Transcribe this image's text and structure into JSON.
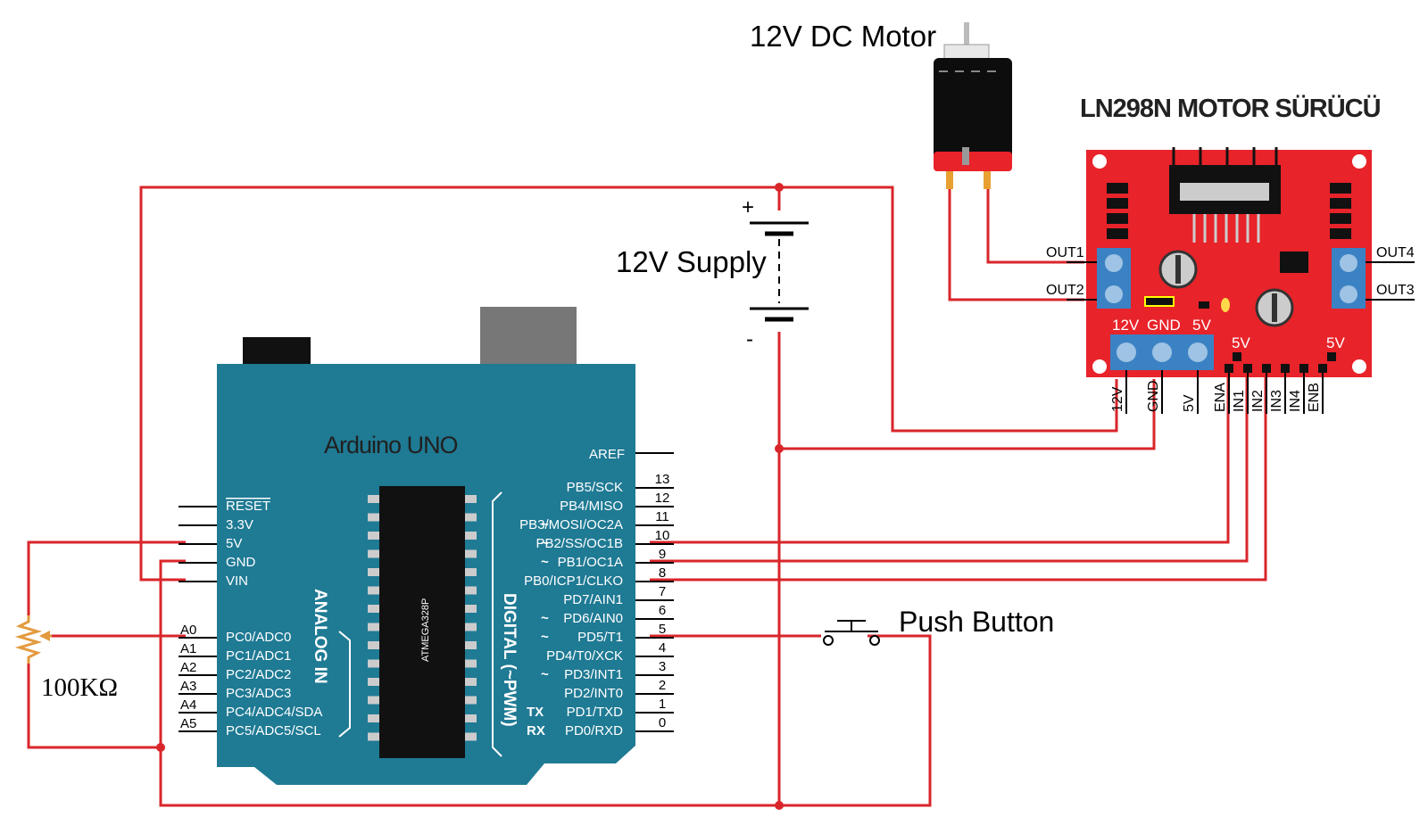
{
  "labels": {
    "motor": "12V DC Motor",
    "driver": "LN298N MOTOR SÜRÜCÜ",
    "supply": "12V Supply",
    "supply_plus": "+",
    "supply_minus": "-",
    "arduino": "Arduino UNO",
    "chip": "ATMEGA328P",
    "analog_in": "ANALOG IN",
    "digital": "DIGITAL (~PWM)",
    "push_button": "Push Button",
    "resistor": "100KΩ"
  },
  "driver_pins": {
    "out1": "OUT1",
    "out2": "OUT2",
    "out3": "OUT3",
    "out4": "OUT4",
    "pwr_12v": "12V",
    "pwr_gnd": "GND",
    "pwr_5v": "5V",
    "jumper_5v_left": "5V",
    "jumper_5v_right": "5V",
    "bottom": [
      "12V",
      "GND",
      "5V",
      "ENA",
      "IN1",
      "IN2",
      "IN3",
      "IN4",
      "ENB"
    ]
  },
  "arduino_left_power": [
    "RESET",
    "3.3V",
    "5V",
    "GND",
    "VIN"
  ],
  "arduino_analog": [
    {
      "num": "A0",
      "name": "PC0/ADC0"
    },
    {
      "num": "A1",
      "name": "PC1/ADC1"
    },
    {
      "num": "A2",
      "name": "PC2/ADC2"
    },
    {
      "num": "A3",
      "name": "PC3/ADC3"
    },
    {
      "num": "A4",
      "name": "PC4/ADC4/SDA"
    },
    {
      "num": "A5",
      "name": "PC5/ADC5/SCL"
    }
  ],
  "arduino_aref": "AREF",
  "arduino_digital": [
    {
      "num": "13",
      "name": "PB5/SCK",
      "pwm": ""
    },
    {
      "num": "12",
      "name": "PB4/MISO",
      "pwm": ""
    },
    {
      "num": "11",
      "name": "PB3/MOSI/OC2A",
      "pwm": "~"
    },
    {
      "num": "10",
      "name": "PB2/SS/OC1B",
      "pwm": "~"
    },
    {
      "num": "9",
      "name": "PB1/OC1A",
      "pwm": "~"
    },
    {
      "num": "8",
      "name": "PB0/ICP1/CLKO",
      "pwm": ""
    },
    {
      "num": "7",
      "name": "PD7/AIN1",
      "pwm": ""
    },
    {
      "num": "6",
      "name": "PD6/AIN0",
      "pwm": "~"
    },
    {
      "num": "5",
      "name": "PD5/T1",
      "pwm": "~"
    },
    {
      "num": "4",
      "name": "PD4/T0/XCK",
      "pwm": ""
    },
    {
      "num": "3",
      "name": "PD3/INT1",
      "pwm": "~"
    },
    {
      "num": "2",
      "name": "PD2/INT0",
      "pwm": ""
    },
    {
      "num": "1",
      "name": "PD1/TXD",
      "pwm": "TX"
    },
    {
      "num": "0",
      "name": "PD0/RXD",
      "pwm": "RX"
    }
  ],
  "colors": {
    "wire": "#d9262b",
    "board": "#1f7a94",
    "driver": "#e8232a",
    "terminal": "#3b82c4"
  }
}
